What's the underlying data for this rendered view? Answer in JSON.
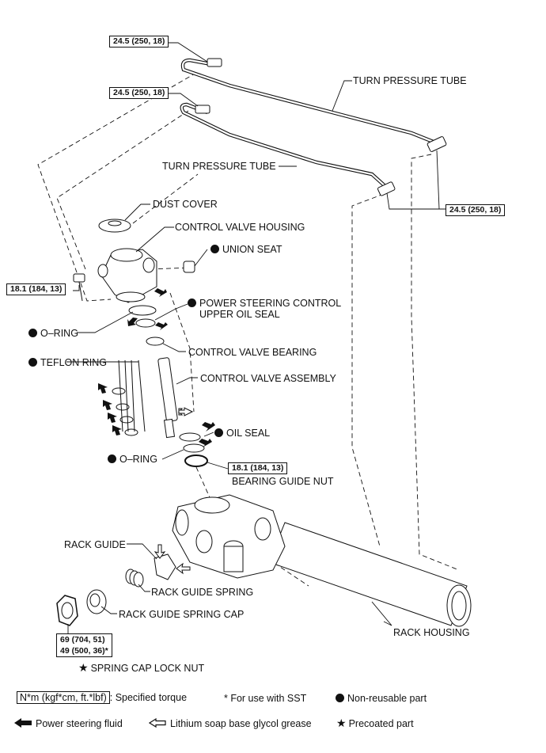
{
  "labels": {
    "turn_pressure_tube_1": "TURN PRESSURE TUBE",
    "turn_pressure_tube_2": "TURN PRESSURE TUBE",
    "dust_cover": "DUST COVER",
    "control_valve_housing": "CONTROL VALVE HOUSING",
    "union_seat": "UNION SEAT",
    "ps_control_upper_oil_seal_1": "POWER STEERING CONTROL",
    "ps_control_upper_oil_seal_2": "UPPER OIL SEAL",
    "o_ring_1": "O–RING",
    "control_valve_bearing": "CONTROL VALVE BEARING",
    "teflon_ring": "TEFLON RING",
    "control_valve_assembly": "CONTROL VALVE ASSEMBLY",
    "oil_seal": "OIL SEAL",
    "o_ring_2": "O–RING",
    "bearing_guide_nut": "BEARING GUIDE NUT",
    "rack_guide": "RACK GUIDE",
    "rack_guide_spring": "RACK GUIDE SPRING",
    "rack_guide_spring_cap": "RACK GUIDE SPRING CAP",
    "rack_housing": "RACK HOUSING",
    "spring_cap_lock_nut": "SPRING CAP LOCK NUT"
  },
  "torques": {
    "tube_upper": "24.5 (250, 18)",
    "tube_lower": "24.5 (250, 18)",
    "tube_right": "24.5 (250, 18)",
    "housing_bolt": "18.1 (184, 13)",
    "bearing_guide_nut": "18.1 (184, 13)",
    "lock_nut_1": "69 (704, 51)",
    "lock_nut_2": "49 (500, 36)*"
  },
  "legend": {
    "torque_unit": "N*m (kgf*cm, ft.*lbf)",
    "torque_desc": ": Specified torque",
    "sst_note": "* For use with SST",
    "non_reusable": "Non-reusable part",
    "ps_fluid": "Power steering fluid",
    "grease": "Lithium soap base glycol grease",
    "precoated": "Precoated part"
  }
}
